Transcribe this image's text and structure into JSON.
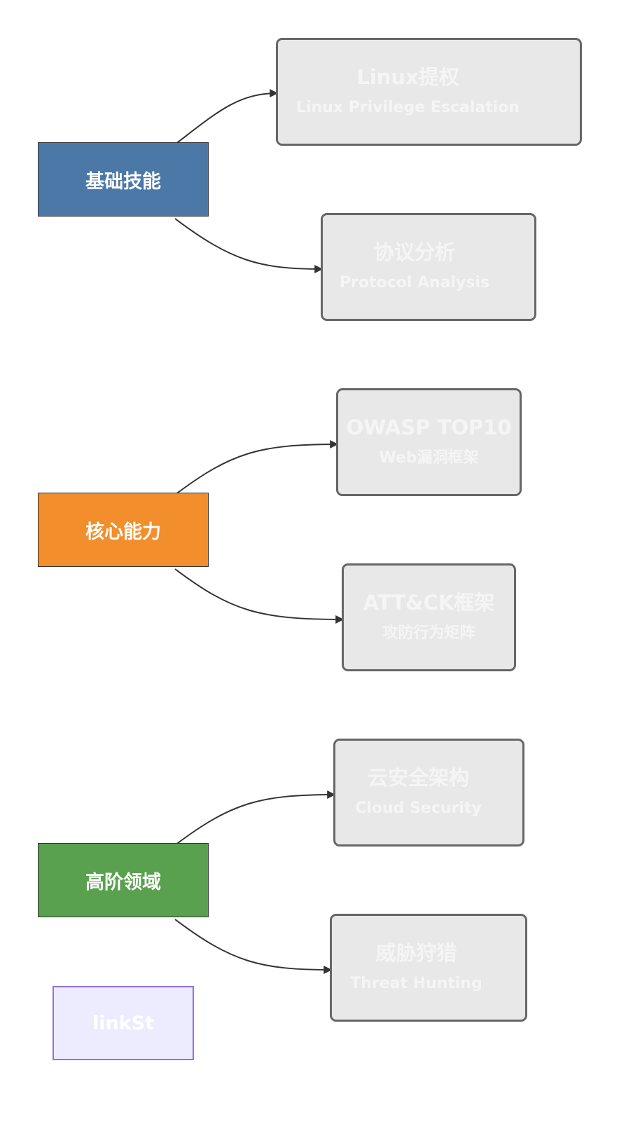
{
  "categories": [
    {
      "id": "basic",
      "label": "基础技能",
      "color": "#4c78a8"
    },
    {
      "id": "core",
      "label": "核心能力",
      "color": "#f28e2b"
    },
    {
      "id": "advanced",
      "label": "高阶领域",
      "color": "#59a14f"
    }
  ],
  "leaves": [
    {
      "title": "Linux提权",
      "subtitle": "Linux Privilege Escalation"
    },
    {
      "title": "协议分析",
      "subtitle": "Protocol Analysis"
    },
    {
      "title": "OWASP TOP10",
      "subtitle": "Web漏洞框架"
    },
    {
      "title": "ATT&CK框架",
      "subtitle": "攻防行为矩阵"
    },
    {
      "title": "云安全架构",
      "subtitle": "Cloud Security"
    },
    {
      "title": "威胁狩猎",
      "subtitle": "Threat Hunting"
    }
  ],
  "link_node": {
    "label": "linkSt"
  }
}
